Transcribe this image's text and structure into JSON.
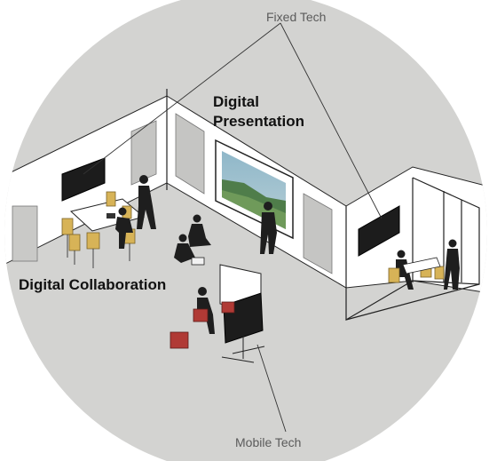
{
  "labels": {
    "fixed_tech": "Fixed Tech",
    "digital_presentation_line1": "Digital",
    "digital_presentation_line2": "Presentation",
    "digital_collaboration": "Digital Collaboration",
    "mobile_tech": "Mobile Tech"
  },
  "colors": {
    "floor": "#d3d3d1",
    "wall": "#ffffff",
    "screen": "#1c1c1c",
    "chair": "#d7b357",
    "ottoman": "#b03a35",
    "figure": "#1e1e1e",
    "label_text": "#111111",
    "callout_text": "#5b5b5b"
  },
  "icons": [
    "person-figure",
    "chair-icon",
    "screen-icon",
    "ottoman-icon",
    "projector-screen-icon"
  ]
}
